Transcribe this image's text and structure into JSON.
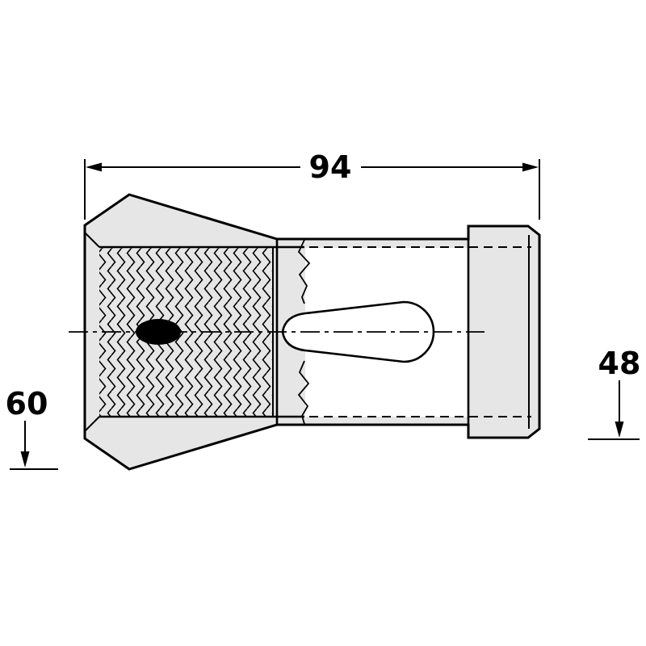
{
  "drawing": {
    "type": "technical-drawing-collet-cross-section",
    "dimensions": {
      "overall_length": "94",
      "front_diameter": "60",
      "rear_diameter": "48"
    },
    "colors": {
      "line": "#000000",
      "part_fill": "#e6e6e6",
      "bore_fill": "#ffffff",
      "background": "#ffffff"
    }
  }
}
